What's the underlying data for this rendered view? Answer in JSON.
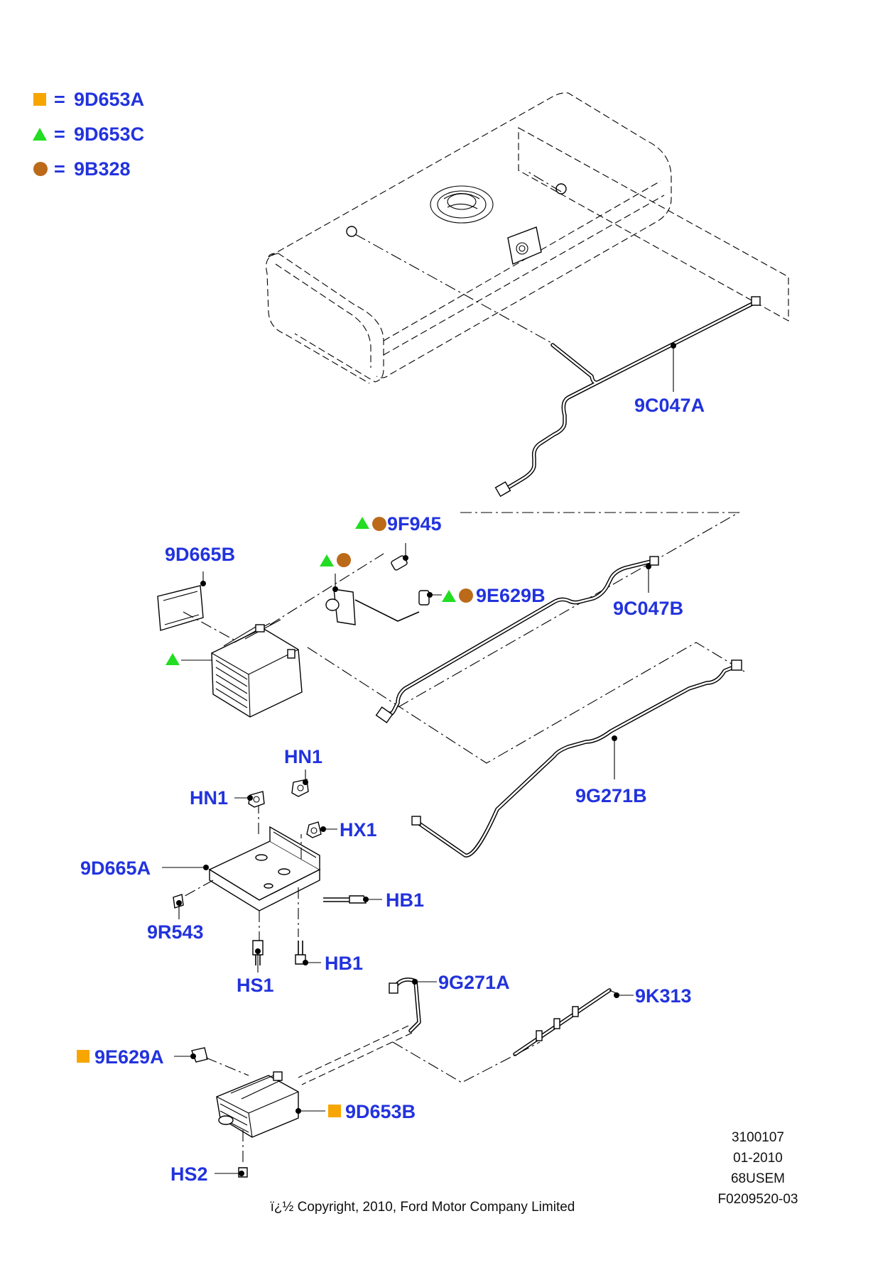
{
  "colors": {
    "label": "#2233dd",
    "square_marker": "#f7a600",
    "triangle_marker": "#22dd22",
    "circle_marker": "#bb6a1a"
  },
  "legend": [
    {
      "marker": "square",
      "equals": "=",
      "code": "9D653A"
    },
    {
      "marker": "triangle",
      "equals": "=",
      "code": "9D653C"
    },
    {
      "marker": "circle",
      "equals": "=",
      "code": "9B328"
    }
  ],
  "callouts": {
    "c_9C047A": "9C047A",
    "c_9F945": "9F945",
    "c_9D665B": "9D665B",
    "c_9E629B": "9E629B",
    "c_9C047B": "9C047B",
    "c_HN1_top": "HN1",
    "c_HN1_left": "HN1",
    "c_HX1": "HX1",
    "c_9G271B": "9G271B",
    "c_9D665A": "9D665A",
    "c_HB1_right": "HB1",
    "c_9R543": "9R543",
    "c_HB1_bottom": "HB1",
    "c_HS1": "HS1",
    "c_9G271A": "9G271A",
    "c_9K313": "9K313",
    "c_9E629A": "9E629A",
    "c_9D653B": "9D653B",
    "c_HS2": "HS2"
  },
  "footer": {
    "ref_lines": [
      "3100107",
      "01-2010",
      "68USEM",
      "F0209520-03"
    ],
    "copyright": "ï¿½ Copyright, 2010, Ford Motor Company Limited"
  }
}
